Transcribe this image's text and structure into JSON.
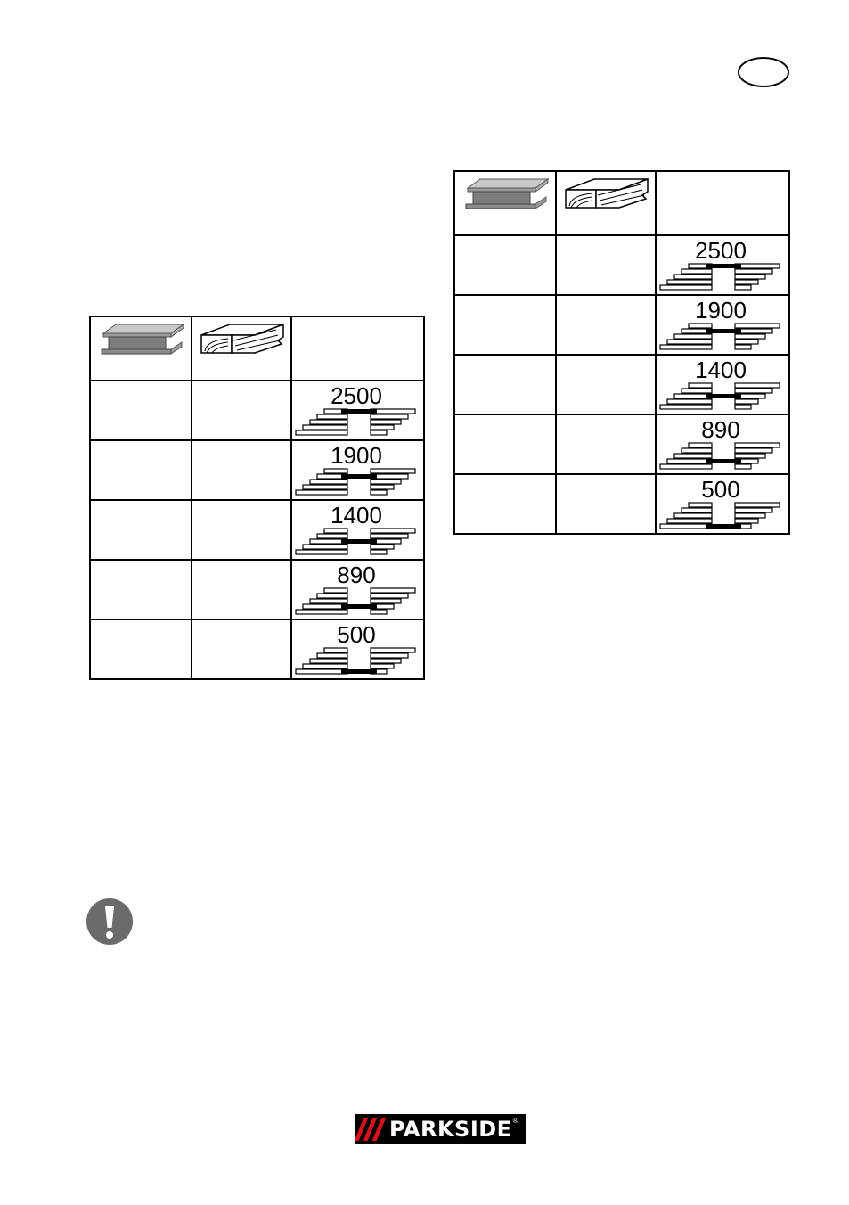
{
  "header": {
    "language_badge": ""
  },
  "tables": [
    {
      "rows": [
        {
          "speed": "2500",
          "level": 5
        },
        {
          "speed": "1900",
          "level": 4
        },
        {
          "speed": "1400",
          "level": 3
        },
        {
          "speed": "890",
          "level": 2
        },
        {
          "speed": "500",
          "level": 1
        }
      ]
    },
    {
      "rows": [
        {
          "speed": "2500",
          "level": 5
        },
        {
          "speed": "1900",
          "level": 4
        },
        {
          "speed": "1400",
          "level": 3
        },
        {
          "speed": "890",
          "level": 2
        },
        {
          "speed": "500",
          "level": 1
        }
      ]
    }
  ],
  "icons": {
    "metal_beam": "steel-i-beam-icon",
    "wood_plank": "wood-plank-icon",
    "warning": "exclamation-warning-icon",
    "speed_pulley": "pulley-belt-icon"
  },
  "colors": {
    "logo_background": "#000000",
    "logo_stripes": "#d6131b",
    "logo_text": "#ffffff",
    "warning_icon": "#6b6b6b"
  },
  "logo": {
    "brand": "PARKSIDE",
    "registered": "®"
  }
}
